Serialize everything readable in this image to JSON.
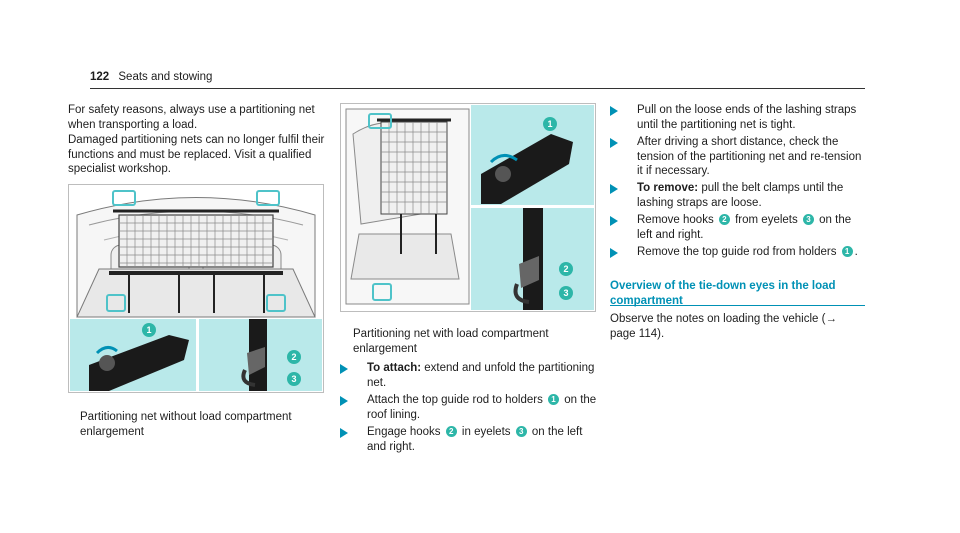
{
  "header": {
    "page_number": "122",
    "title": "Seats and stowing"
  },
  "col1": {
    "para1": "For safety reasons, always use a partitioning net when transporting a load.",
    "para2": "Damaged partitioning nets can no longer fulfil their functions and must be replaced. Visit a qualified specialist workshop.",
    "figure_caption_1": "Partitioning net without load compartment",
    "figure_caption_2": "enlargement"
  },
  "col2": {
    "figure_caption_1": "Partitioning net with load compartment",
    "figure_caption_2": "enlargement",
    "step1_label": "To attach:",
    "step1_text": " extend and unfold the partitioning net.",
    "step2_a": "Attach the top guide rod to holders ",
    "step2_b": " on the roof lining.",
    "step3_a": "Engage hooks ",
    "step3_b": " in eyelets ",
    "step3_c": " on the left and right."
  },
  "col3": {
    "step1": "Pull on the loose ends of the lashing straps until the partitioning net is tight.",
    "step2": "After driving a short distance, check the tension of the partitioning net and re-tension it if necessary.",
    "step3_label": "To remove:",
    "step3_text": " pull the belt clamps until the lashing straps are loose.",
    "step4_a": "Remove hooks ",
    "step4_b": " from eyelets ",
    "step4_c": " on the left and right.",
    "step5_a": "Remove the top guide rod from holders ",
    "step5_b": ".",
    "section_title": "Overview of the tie-down eyes in the load compartment",
    "note": "Observe the notes on loading the vehicle (→ page 114)."
  },
  "callouts": {
    "one": "1",
    "two": "2",
    "three": "3"
  },
  "colors": {
    "accent": "#0091b5",
    "callout": "#2db6a8",
    "detail_bg": "#b9e9ea",
    "highlight": "#4fc3c9"
  }
}
